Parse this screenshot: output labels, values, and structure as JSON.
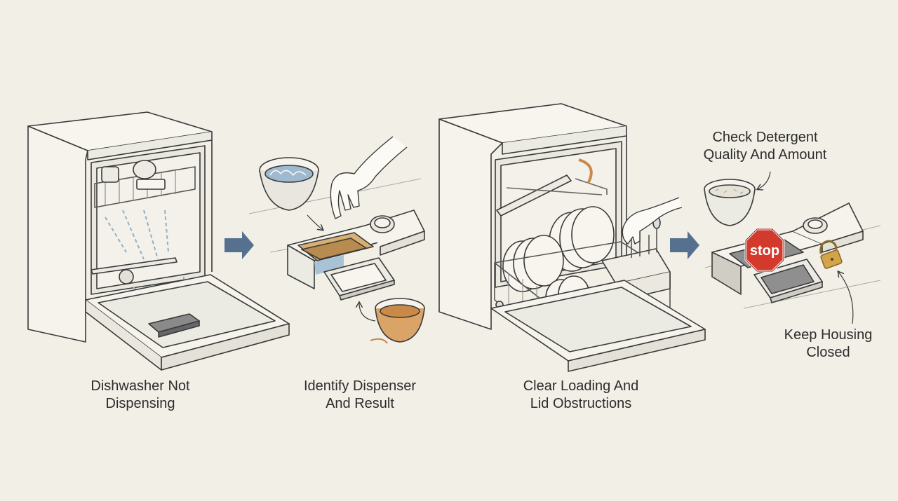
{
  "steps": [
    {
      "line1": "Dishwasher Not",
      "line2": "Dispensing"
    },
    {
      "line1": "Identify Dispenser",
      "line2": "And Result"
    },
    {
      "line1": "Clear Loading And",
      "line2": "Lid Obstructions"
    }
  ],
  "callouts": {
    "check": {
      "line1": "Check Detergent",
      "line2": "Quality And Amount"
    },
    "keep": {
      "line1": "Keep Housing",
      "line2": "Closed"
    }
  },
  "stop_sign": {
    "text": "stop"
  },
  "colors": {
    "background": "#f1efe6",
    "ink": "#3a3a3a",
    "arrow": "#56708f",
    "stop_red": "#d33a2c",
    "detergent_orange": "#d99a55",
    "water_blue": "#a9c2d6",
    "lock_gold": "#d4a44a"
  }
}
